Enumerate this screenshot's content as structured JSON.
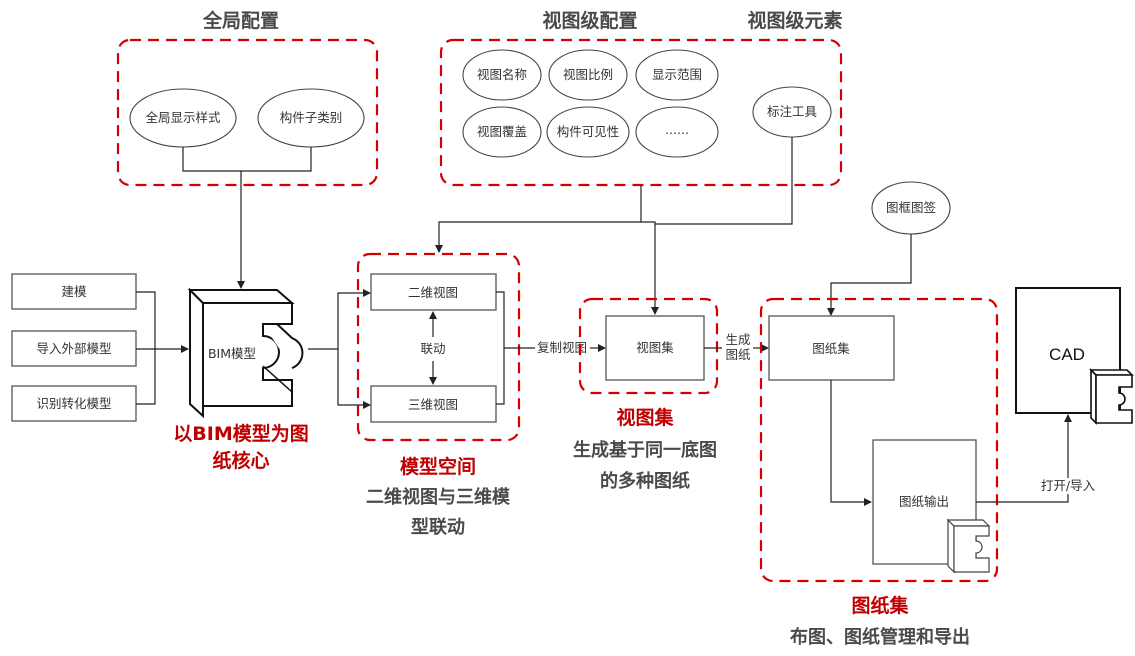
{
  "headers": {
    "global_config": "全局配置",
    "view_config": "视图级配置",
    "view_elements": "视图级元素"
  },
  "global_config": {
    "items": [
      "全局显示样式",
      "构件子类别"
    ]
  },
  "view_config": {
    "items": [
      "视图名称",
      "视图比例",
      "显示范围",
      "视图覆盖",
      "构件可见性",
      "......"
    ]
  },
  "view_elements": {
    "items": [
      "标注工具"
    ]
  },
  "sources": [
    "建模",
    "导入外部模型",
    "识别转化模型"
  ],
  "bim_model": {
    "label": "BIM模型",
    "caption_line1": "以BIM模型为图",
    "caption_line2": "纸核心"
  },
  "model_space": {
    "view2d": "二维视图",
    "view3d": "三维视图",
    "link_label": "联动",
    "title": "模型空间",
    "desc_line1": "二维视图与三维模",
    "desc_line2": "型联动"
  },
  "edges": {
    "copy_view": "复制视图",
    "generate_line1": "生成",
    "generate_line2": "图纸",
    "open_import": "打开/导入"
  },
  "view_set": {
    "label": "视图集",
    "title": "视图集",
    "desc_line1": "生成基于同一底图",
    "desc_line2": "的多种图纸"
  },
  "title_block": "图框图签",
  "sheet_set": {
    "label": "图纸集",
    "output": "图纸输出",
    "title": "图纸集",
    "desc": "布图、图纸管理和导出"
  },
  "cad": {
    "label": "CAD"
  },
  "colors": {
    "accent_red": "#c00000",
    "dash_red": "#d40000",
    "heading_gray": "#4a4a4a"
  }
}
